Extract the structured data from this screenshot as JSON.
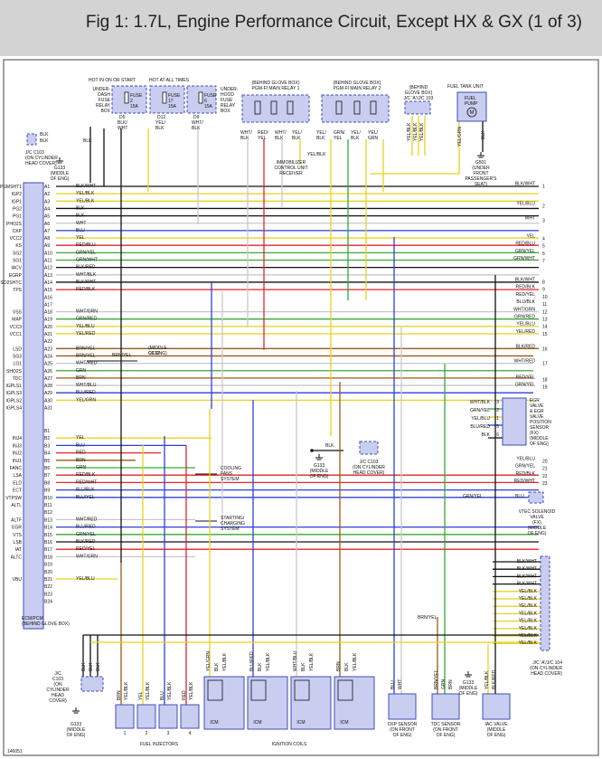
{
  "header": {
    "title": "Fig 1: 1.7L, Engine Performance Circuit, Except HX & GX (1 of 3)"
  },
  "colors": {
    "yellow": "#e8d21e",
    "blue": "#2f3fd6",
    "green": "#3aa63a",
    "red": "#e0262b",
    "orange": "#f08a1e",
    "white": "#c8c8c8",
    "black": "#111111",
    "brown": "#9a5a1a",
    "component_fill": "#c9cdf0",
    "component_stroke": "#3f4db8"
  },
  "fuse_block": {
    "hot_label": "HOT IN ON OR START",
    "hot_label_2": "HOT AT ALL TIMES",
    "underdash_label": [
      "UNDER-",
      "DASH",
      "FUSE",
      "RELAY",
      "BOX"
    ],
    "underhood_label": [
      "UNDER-",
      "HOOD",
      "FUSE",
      "RELAY",
      "BOX"
    ],
    "fuses": [
      {
        "name": "FUSE",
        "number": "2",
        "rating": "15A"
      },
      {
        "name": "FUSE",
        "number": "17",
        "rating": "15A"
      },
      {
        "name": "FUSE",
        "number": "6",
        "rating": "15A"
      }
    ],
    "wires": [
      {
        "pin": "D5",
        "colors": [
          "BLK/",
          "WHT"
        ]
      },
      {
        "pin": "D12",
        "colors": [
          "YEL/",
          "BLK"
        ]
      },
      {
        "pin": "D9",
        "colors": [
          "WHT/",
          "BLK"
        ]
      }
    ]
  },
  "relay_1": {
    "label": [
      "(BEHIND GLOVE BOX)",
      "PGM-FI MAIN RELAY 1"
    ],
    "wires": [
      "WHT/",
      "BLK",
      "RED/",
      "YEL",
      "WHT/",
      "BLK",
      "YEL/",
      "BLK"
    ]
  },
  "relay_2": {
    "label": [
      "(BEHIND GLOVE BOX)",
      "PGM-FI MAIN RELAY 2"
    ],
    "wires": [
      "YEL/",
      "BLK",
      "GRN/",
      "YEL",
      "YEL/",
      "BLK",
      "YEL/",
      "GRN"
    ]
  },
  "behind_glove": {
    "label": [
      "(BEHIND",
      "GLOVE BOX)",
      "J/C 'A'/J/C 103"
    ],
    "wires": [
      "YEL/BLK",
      "YEL/BLK",
      "YEL/BLK"
    ]
  },
  "fuel_pump": {
    "label": [
      "FUEL TANK UNIT"
    ],
    "inner": [
      "FUEL",
      "PUMP"
    ],
    "symbol": "M",
    "wire_1": "YEL/GRN",
    "wire_2": "BLK",
    "ground": "G501",
    "ground_note": [
      "(UNDER",
      "FRONT",
      "PASSENGER'S",
      "SEAT)"
    ]
  },
  "immobilizer": {
    "wire": "YEL/BLK",
    "label": [
      "IMMOBILIZER",
      "CONTROL UNIT",
      "RECEIVER"
    ]
  },
  "jc_top_left": {
    "wires": [
      "BLK",
      "BLK"
    ],
    "label": [
      "J/C C103",
      "(ON CYLINDER",
      "HEAD COVER)"
    ],
    "ground": "G133",
    "ground_note": [
      "(MIDDLE",
      "OF ENG)"
    ],
    "wire_blk": "BLK"
  },
  "ecm": {
    "label": [
      "ECM/PCM",
      "(BEHIND GLOVE BOX)"
    ],
    "pins_a": [
      {
        "name": "PGMSHT1",
        "pin": "A1",
        "wire": "BLK/WHT",
        "num": "1",
        "color": "black"
      },
      {
        "name": "IGP2",
        "pin": "A2",
        "wire": "YEL/BLK",
        "num": "",
        "color": "yellow"
      },
      {
        "name": "IGP1",
        "pin": "A3",
        "wire": "YEL/BLK",
        "num": "",
        "color": "yellow"
      },
      {
        "name": "PG2",
        "pin": "A4",
        "wire": "BLK",
        "num": "",
        "color": "black"
      },
      {
        "name": "PG1",
        "pin": "A5",
        "wire": "BLK",
        "num": "",
        "color": "black"
      },
      {
        "name": "PHO2S",
        "pin": "A6",
        "wire": "WHT",
        "num": "",
        "color": "white"
      },
      {
        "name": "CKP",
        "pin": "A7",
        "wire": "BLU",
        "num": "",
        "color": "blue"
      },
      {
        "name": "VCC2",
        "pin": "A8",
        "wire": "YEL",
        "num": "",
        "color": "yellow"
      },
      {
        "name": "KS",
        "pin": "A9",
        "wire": "RED/BLU",
        "num": "",
        "color": "red"
      },
      {
        "name": "SG2",
        "pin": "A10",
        "wire": "GRN/YEL",
        "num": "",
        "color": "green"
      },
      {
        "name": "SG1",
        "pin": "A11",
        "wire": "GRN/WHT",
        "num": "",
        "color": "green"
      },
      {
        "name": "IACV",
        "pin": "A12",
        "wire": "BLK/RED",
        "num": "",
        "color": "black"
      },
      {
        "name": "EGRP",
        "pin": "A13",
        "wire": "WHT/BLK",
        "num": "",
        "color": "white"
      },
      {
        "name": "SO2SHTC",
        "pin": "A14",
        "wire": "BLK/WHT",
        "num": "",
        "color": "black"
      },
      {
        "name": "TPS",
        "pin": "A15",
        "wire": "RED/BLK",
        "num": "",
        "color": "red"
      },
      {
        "name": "",
        "pin": "A16",
        "wire": "",
        "num": "",
        "color": "none"
      },
      {
        "name": "",
        "pin": "A17",
        "wire": "",
        "num": "",
        "color": "none"
      },
      {
        "name": "VSS",
        "pin": "A18",
        "wire": "WHT/GRN",
        "num": "",
        "color": "white"
      },
      {
        "name": "MAP",
        "pin": "A19",
        "wire": "GRN/RED",
        "num": "",
        "color": "green"
      },
      {
        "name": "VCC3",
        "pin": "A20",
        "wire": "YEL/BLU",
        "num": "",
        "color": "yellow"
      },
      {
        "name": "VCC1",
        "pin": "A21",
        "wire": "YEL/RED",
        "num": "",
        "color": "yellow"
      },
      {
        "name": "",
        "pin": "A22",
        "wire": "",
        "num": "",
        "color": "none"
      },
      {
        "name": "LSD",
        "pin": "A23",
        "wire": "BRN/YEL",
        "num": "",
        "color": "brown"
      },
      {
        "name": "SG3",
        "pin": "A24",
        "wire": "BRN/YEL",
        "num": "",
        "color": "brown"
      },
      {
        "name": "LG1",
        "pin": "A25",
        "wire": "WHT/RED",
        "num": "",
        "color": "white"
      },
      {
        "name": "SHO2S",
        "pin": "A26",
        "wire": "GRN",
        "num": "",
        "color": "green"
      },
      {
        "name": "TDC",
        "pin": "A27",
        "wire": "BRN",
        "num": "",
        "color": "brown"
      },
      {
        "name": "IGPLS1",
        "pin": "A28",
        "wire": "WHT/BLU",
        "num": "",
        "color": "white"
      },
      {
        "name": "IGPLS3",
        "pin": "A29",
        "wire": "BLU/RED",
        "num": "",
        "color": "blue"
      },
      {
        "name": "IGPLS2",
        "pin": "A30",
        "wire": "YEL/GRN",
        "num": "",
        "color": "yellow"
      },
      {
        "name": "IGPLS4",
        "pin": "A31",
        "wire": "",
        "num": "",
        "color": "none"
      }
    ],
    "pins_b": [
      {
        "name": "",
        "pin": "B1",
        "wire": "",
        "color": "none"
      },
      {
        "name": "INJ4",
        "pin": "B2",
        "wire": "YEL",
        "color": "yellow"
      },
      {
        "name": "INJ3",
        "pin": "B3",
        "wire": "BLU",
        "color": "blue"
      },
      {
        "name": "INJ2",
        "pin": "B4",
        "wire": "RED",
        "color": "red"
      },
      {
        "name": "INJ1",
        "pin": "B5",
        "wire": "BRN",
        "color": "brown"
      },
      {
        "name": "FANC",
        "pin": "B6",
        "wire": "GRN",
        "color": "green"
      },
      {
        "name": "LSA",
        "pin": "B7",
        "wire": "RED/BLK",
        "color": "red"
      },
      {
        "name": "ELD",
        "pin": "B8",
        "wire": "RED/WHT",
        "color": "red"
      },
      {
        "name": "ECT",
        "pin": "B9",
        "wire": "BLU/BLK",
        "color": "blue"
      },
      {
        "name": "VTPSW",
        "pin": "B10",
        "wire": "BLU/YEL",
        "color": "blue"
      },
      {
        "name": "ALTL",
        "pin": "B11",
        "wire": "",
        "color": "none"
      },
      {
        "name": "",
        "pin": "B12",
        "wire": "",
        "color": "none"
      },
      {
        "name": "ALTF",
        "pin": "B13",
        "wire": "WHT/RED",
        "color": "white"
      },
      {
        "name": "EGR",
        "pin": "B14",
        "wire": "BLU/RED",
        "color": "blue"
      },
      {
        "name": "VTS",
        "pin": "B15",
        "wire": "GRN/YEL",
        "color": "green"
      },
      {
        "name": "LSB",
        "pin": "B16",
        "wire": "BLK/RED",
        "color": "black"
      },
      {
        "name": "IAT",
        "pin": "B17",
        "wire": "RED/YEL",
        "color": "red"
      },
      {
        "name": "ALTC",
        "pin": "B18",
        "wire": "WHT/GRN",
        "color": "white"
      },
      {
        "name": "",
        "pin": "B19",
        "wire": "",
        "color": "none"
      },
      {
        "name": "",
        "pin": "B20",
        "wire": "",
        "color": "none"
      },
      {
        "name": "VBU",
        "pin": "B21",
        "wire": "YEL/BLU",
        "color": "yellow"
      },
      {
        "name": "",
        "pin": "B22",
        "wire": "",
        "color": "none"
      },
      {
        "name": "",
        "pin": "B23",
        "wire": "",
        "color": "none"
      },
      {
        "name": "",
        "pin": "B24",
        "wire": "",
        "color": "none"
      }
    ]
  },
  "right_side_wires": [
    {
      "label": "BLK/WHT",
      "num": "1"
    },
    {
      "label": "YEL/BLU",
      "num": "2"
    },
    {
      "label": "WHT",
      "num": "3"
    },
    {
      "label": "YEL",
      "num": "4"
    },
    {
      "label": "RED/BLU",
      "num": "5"
    },
    {
      "label": "GRN/YEL",
      "num": "6"
    },
    {
      "label": "GRN/WHT",
      "num": "7"
    },
    {
      "label": "BLK/WHT",
      "num": "8"
    },
    {
      "label": "RED/BLK",
      "num": "9"
    },
    {
      "label": "RED/YEL",
      "num": "10"
    },
    {
      "label": "BLU/BLK",
      "num": "11"
    },
    {
      "label": "WHT/GRN",
      "num": "12"
    },
    {
      "label": "GRN/RED",
      "num": "13"
    },
    {
      "label": "YEL/BLU",
      "num": "14"
    },
    {
      "label": "YEL/RED",
      "num": "15"
    },
    {
      "label": "BLK/RED",
      "num": "16"
    },
    {
      "label": "WHT/RED",
      "num": "17"
    },
    {
      "label": "RED/YEL",
      "num": "18"
    },
    {
      "label": "GRN/YEL",
      "num": "19"
    },
    {
      "label": "YEL/BLU",
      "num": "20"
    },
    {
      "label": "GRN/YEL",
      "num": "21"
    },
    {
      "label": "RED/BLK",
      "num": "22"
    },
    {
      "label": "RED/WHT",
      "num": "23"
    }
  ],
  "mid_ground": {
    "wire": "BLK",
    "ground": "G133",
    "note": [
      "(MIDDLE",
      "OF ENG)"
    ]
  },
  "mid_jc": {
    "label": [
      "J/C C103",
      "(ON CYLINDER",
      "HEAD COVER)"
    ]
  },
  "g133_note": {
    "ground": "G133",
    "note": [
      "(MIDDLE",
      "OF ENG)"
    ],
    "wire": "BRN/YEL"
  },
  "cooling_fans": {
    "label": [
      "COOLING",
      "FANS",
      "SYSTEM"
    ]
  },
  "starting_charging": {
    "label": [
      "STARTING/",
      "CHARGING",
      "SYSTEM"
    ]
  },
  "egr_valve": {
    "wires": [
      "WHT/BLK",
      "GRN/YEL",
      "YEL/BLU",
      "BLU/RED",
      "BLK"
    ],
    "pins": [
      "3",
      "2",
      "1",
      "5",
      "6"
    ],
    "label": [
      "EGR",
      "VALVE",
      "& EGR",
      "VALVE",
      "POSITION",
      "SENSOR",
      "(FX)",
      "(MIDDLE",
      "OF ENG)"
    ]
  },
  "vtec": {
    "wire_1": "GRN/YEL",
    "wire_2": "BLU",
    "label": [
      "VTEC SOLENOID",
      "VALVE",
      "(FX)",
      "(MIDDLE",
      "OF ENG)"
    ]
  },
  "right_stack": {
    "wires": [
      "BLK/WHT",
      "BLK/WHT",
      "BLK/WHT",
      "BLK/WHT",
      "YEL/BLK",
      "YEL/BLK",
      "YEL/BLK",
      "YEL/BLK",
      "YEL/BLK",
      "YEL/BLK",
      "YEL/BLK",
      "YEL/BLK"
    ],
    "label": [
      "J/C 'A'/J/C 104",
      "(ON CYLINDER",
      "HEAD COVER)"
    ]
  },
  "bottom": {
    "jc_left": {
      "label": [
        "J/C",
        "C103",
        "(ON",
        "CYLINDER",
        "HEAD",
        "COVER)"
      ],
      "wires": [
        "BLK",
        "BLK",
        "BLK"
      ]
    },
    "g133_bottom": {
      "ground": "G133",
      "note": [
        "(MIDDLE",
        "OF ENG)"
      ]
    },
    "injectors": {
      "label": "FUEL INJECTORS",
      "wires": [
        [
          "BRN",
          "YEL/BLK"
        ],
        [
          "YEL",
          "YEL/BLK"
        ],
        [
          "BLU",
          "YEL/BLK"
        ],
        [
          "RED",
          "YEL/BLK"
        ]
      ],
      "nums": [
        "1",
        "2",
        "3",
        "4"
      ]
    },
    "coils": {
      "label": "IGNITION COILS",
      "icm": "ICM",
      "wires": [
        [
          "YEL/GRN",
          "BLK",
          "YEL/BLK"
        ],
        [
          "BLU/RED",
          "BLK",
          "YEL/BLK"
        ],
        [
          "WHT/BLU",
          "BLK",
          "YEL/BLK"
        ],
        [
          "BRN",
          "BLK",
          "YEL/BLK"
        ]
      ]
    },
    "ckp": {
      "label": [
        "CKP SENSOR",
        "(ON FRONT",
        "OF ENG)"
      ],
      "wires": [
        "BLU",
        "WHT"
      ]
    },
    "tdc": {
      "label": [
        "TDC SENSOR",
        "(ON FRONT",
        "OF ENG)"
      ],
      "wires": [
        "BRN/YEL",
        "GRN",
        "BRN"
      ]
    },
    "iac": {
      "label": [
        "IAC VALVE",
        "(MIDDLE",
        "OF ENG)"
      ],
      "wires": [
        "YEL/BLK",
        "BLK/RED"
      ]
    },
    "g133_right": {
      "ground": "G133",
      "note": [
        "(MIDDLE",
        "OF ENG)"
      ]
    },
    "brn_yel": "BRN/YEL"
  },
  "footer_code": "146051"
}
